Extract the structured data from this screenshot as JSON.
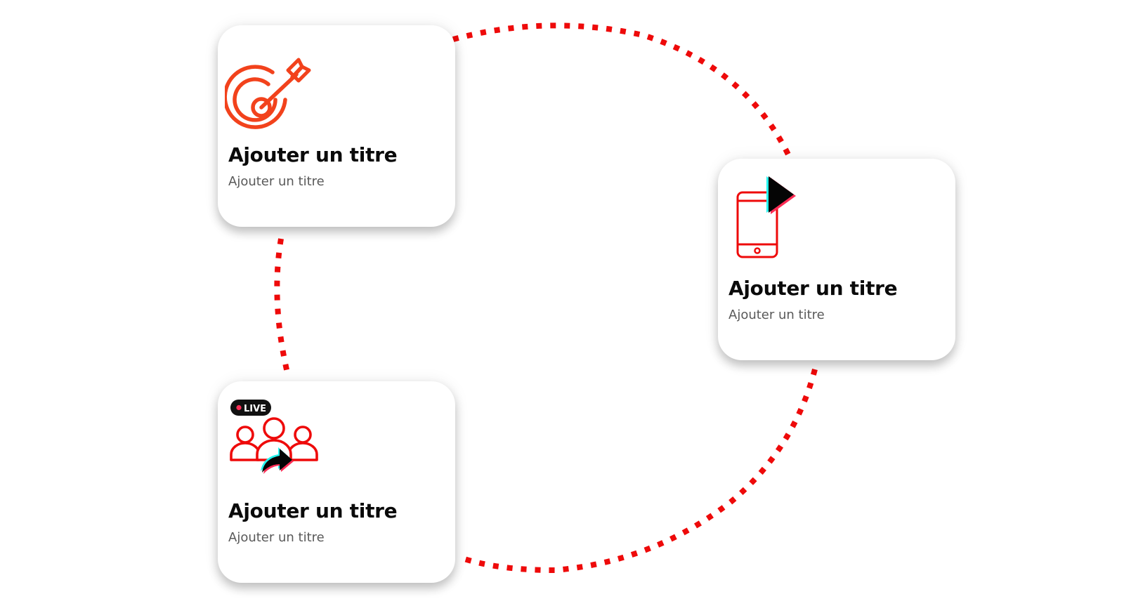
{
  "accent_color": "#ee0a0a",
  "cards": [
    {
      "icon": "target-arrow-icon",
      "icon_color": "#f2421c",
      "title": "Ajouter un titre",
      "subtitle": "Ajouter un titre"
    },
    {
      "icon": "phone-play-icon",
      "icon_color": "#ee0a0a",
      "title": "Ajouter un titre",
      "subtitle": "Ajouter un titre"
    },
    {
      "icon": "live-group-share-icon",
      "icon_color": "#ee0a0a",
      "badge": "LIVE",
      "title": "Ajouter un titre",
      "subtitle": "Ajouter un titre"
    }
  ]
}
